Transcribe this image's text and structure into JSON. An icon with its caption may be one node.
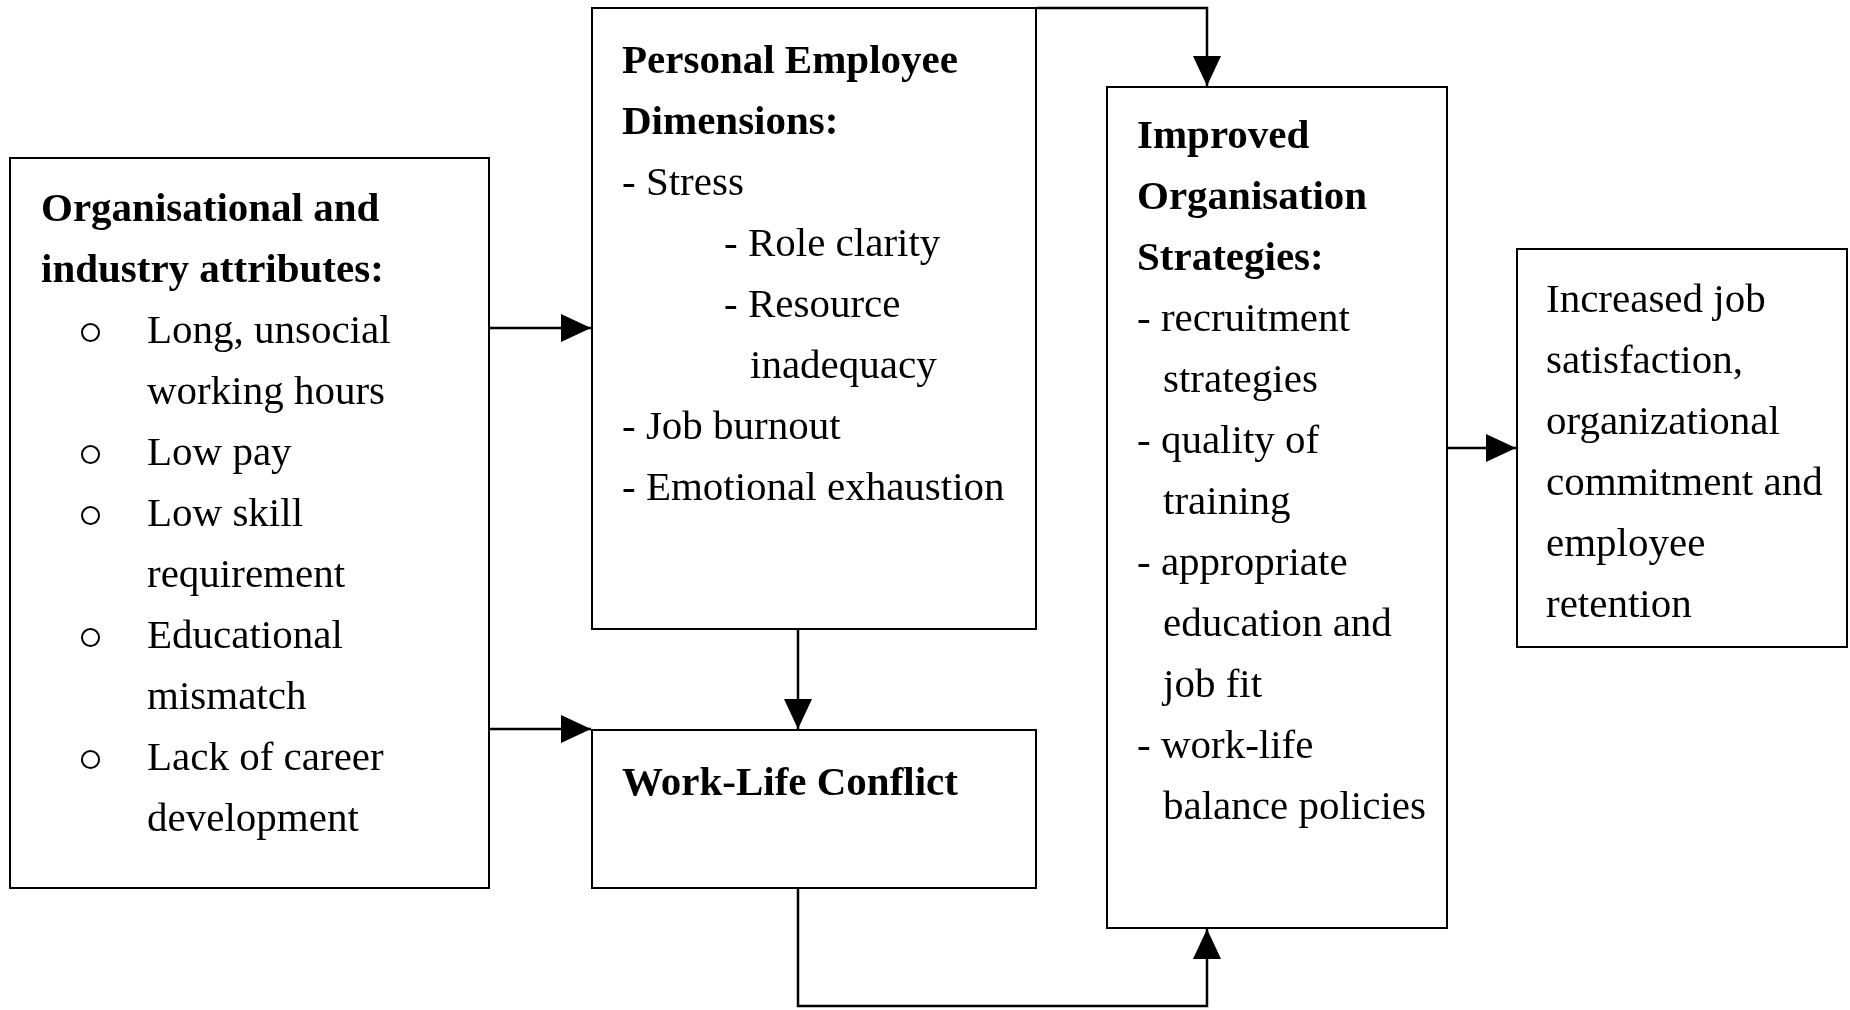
{
  "diagram": {
    "nodes": [
      {
        "text": [
          "Organisational and industry attributes:",
          "Long, unsocial working hours",
          "Low pay",
          "Low skill requirement",
          "Educational mismatch",
          "Lack of career development"
        ]
      },
      {
        "text": [
          "Personal Employee Dimensions:",
          "- Stress",
          "- Role clarity",
          "- Resource inadequacy",
          "- Job burnout",
          "- Emotional exhaustion"
        ]
      },
      {
        "text": [
          "Work-Life Conflict"
        ]
      },
      {
        "text": [
          "Improved Organisation Strategies:",
          "- recruitment strategies",
          "- quality of training",
          "- appropriate education and job fit",
          "- work-life balance policies"
        ]
      },
      {
        "text": [
          "Increased job satisfaction, organizational commitment and employee retention"
        ]
      }
    ],
    "edges": [
      {
        "from": 0,
        "to": 1,
        "arrow": "to"
      },
      {
        "from": 0,
        "to": 2,
        "arrow": "to"
      },
      {
        "from": 1,
        "to": 2,
        "arrow": "to"
      },
      {
        "from": 1,
        "to": 3,
        "arrow": "to"
      },
      {
        "from": 2,
        "to": 3,
        "arrow": "to"
      },
      {
        "from": 3,
        "to": 4,
        "arrow": "to"
      }
    ]
  }
}
